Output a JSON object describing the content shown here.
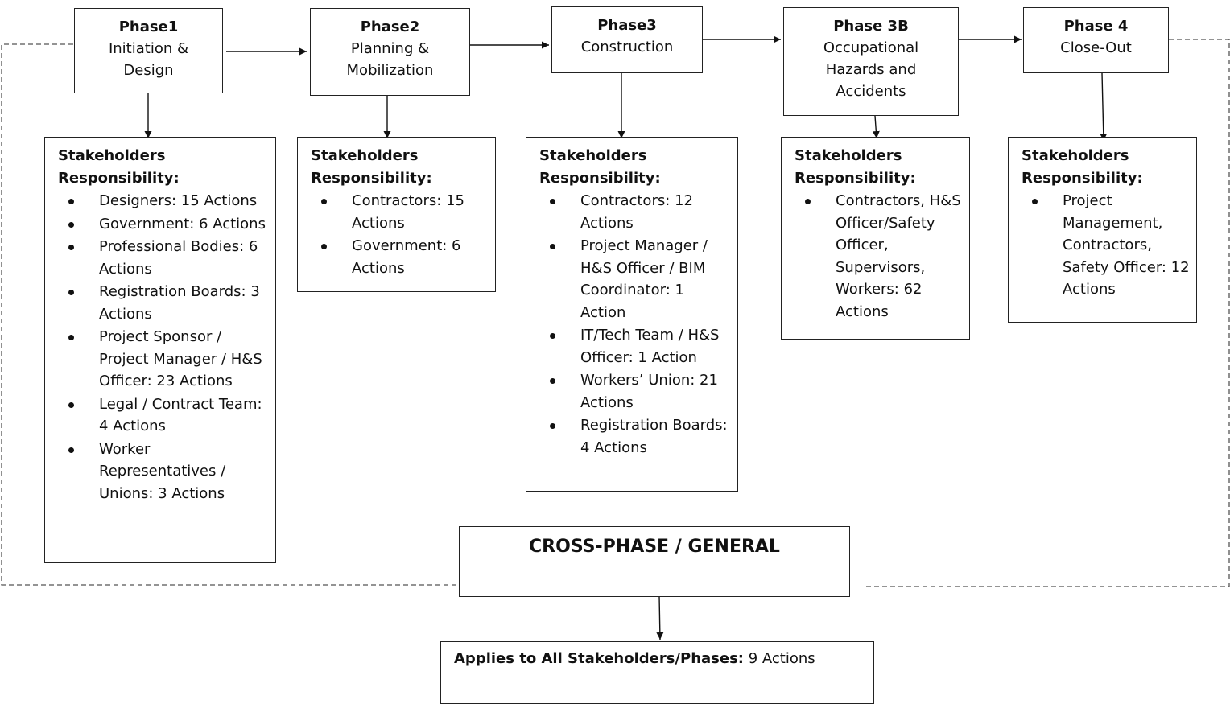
{
  "phases": [
    {
      "title": "Phase1",
      "name": "Initiation &\nDesign"
    },
    {
      "title": "Phase2",
      "name": "Planning &\nMobilization"
    },
    {
      "title": "Phase3",
      "name": "Construction"
    },
    {
      "title": "Phase 3B",
      "name": "Occupational\nHazards and\nAccidents"
    },
    {
      "title": "Phase 4",
      "name": "Close-Out"
    }
  ],
  "responsibility_heading": "Stakeholders\nResponsibility:",
  "responsibilities": [
    [
      "Designers: 15 Actions",
      "Government: 6 Actions",
      "Professional Bodies: 6 Actions",
      "Registration Boards: 3 Actions",
      "Project Sponsor / Project Manager / H&S Officer: 23 Actions",
      "Legal / Contract Team: 4 Actions",
      "Worker Representatives / Unions: 3 Actions"
    ],
    [
      "Contractors: 15 Actions",
      "Government: 6 Actions"
    ],
    [
      "Contractors: 12 Actions",
      "Project Manager / H&S Officer / BIM Coordinator: 1 Action",
      "IT/Tech Team / H&S Officer: 1 Action",
      "Workers’ Union: 21 Actions",
      "Registration Boards: 4 Actions"
    ],
    [
      "Contractors, H&S Officer/Safety Officer, Supervisors, Workers: 62 Actions"
    ],
    [
      "Project Management, Contractors, Safety Officer: 12 Actions"
    ]
  ],
  "cross_phase": {
    "title": "CROSS-PHASE / GENERAL"
  },
  "applies": {
    "label": "Applies to All Stakeholders/Phases:",
    "value": " 9 Actions"
  }
}
